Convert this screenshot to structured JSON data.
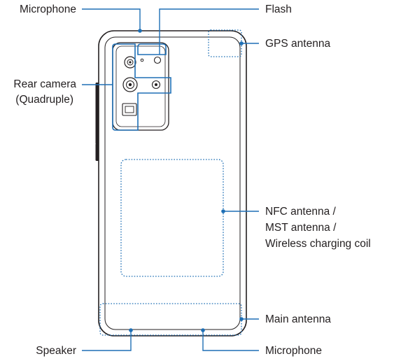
{
  "labels": {
    "microphone_top": "Microphone",
    "flash": "Flash",
    "gps_antenna": "GPS antenna",
    "rear_camera_line1": "Rear camera",
    "rear_camera_line2": "(Quadruple)",
    "nfc_line1": "NFC antenna /",
    "nfc_line2": "MST antenna /",
    "nfc_line3": "Wireless charging coil",
    "main_antenna": "Main antenna",
    "speaker": "Speaker",
    "microphone_bottom": "Microphone"
  },
  "colors": {
    "leader": "#1e6fb5",
    "outline": "#231f20",
    "background": "#ffffff"
  }
}
